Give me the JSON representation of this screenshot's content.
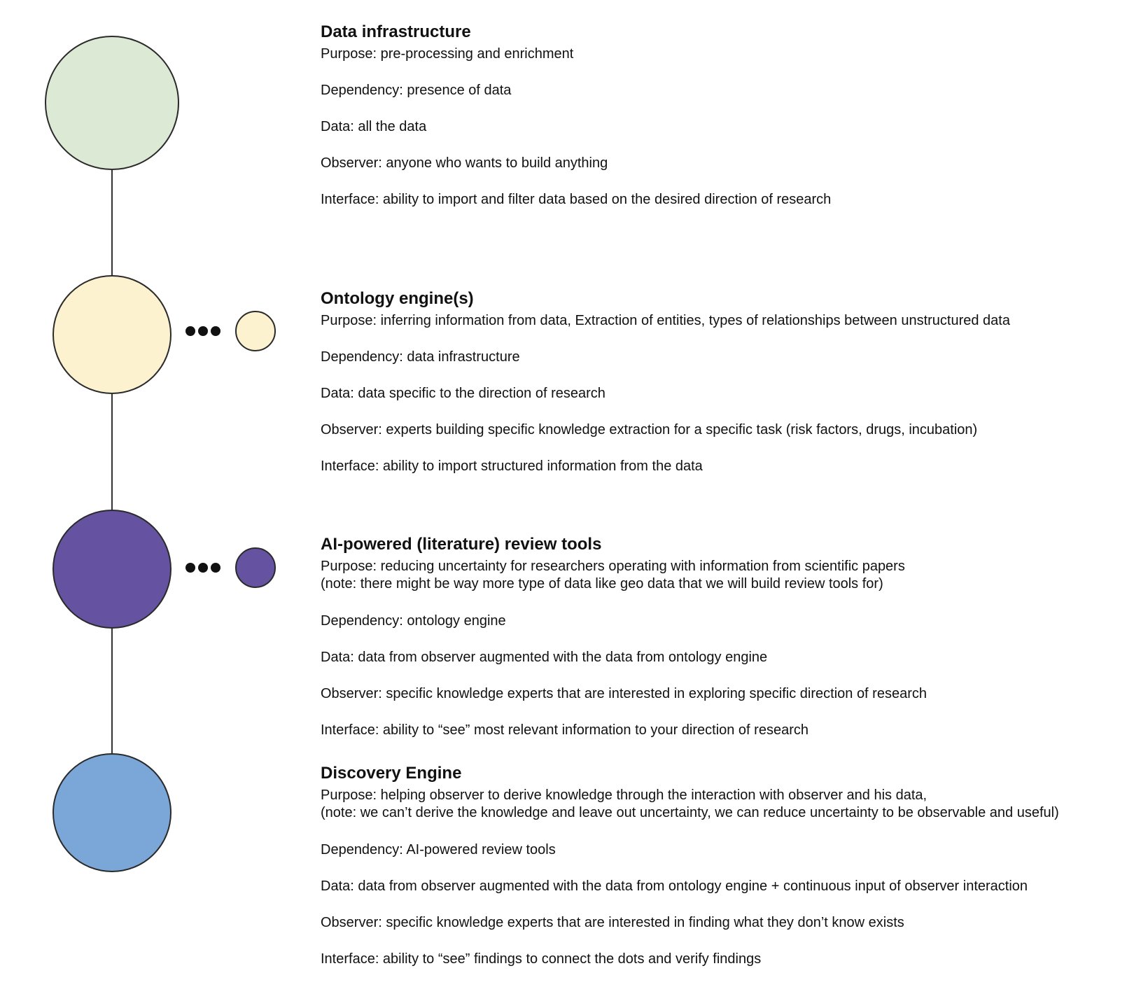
{
  "colors": {
    "outline": "#2a2a2a",
    "connector": "#333333",
    "dots": "#111111"
  },
  "stages": [
    {
      "title": "Data infrastructure",
      "color": "#dce9d5",
      "has_satellite": false,
      "purpose": "Purpose: pre-processing and enrichment",
      "dependency": "Dependency: presence of data",
      "data": "Data: all the data",
      "observer": "Observer: anyone who wants to build anything",
      "interface": "Interface: ability to import and filter data based on the desired direction of research"
    },
    {
      "title": "Ontology engine(s)",
      "color": "#fdf2d0",
      "has_satellite": true,
      "satellite_icon": "ellipsis-icon",
      "purpose": "Purpose: inferring information from data, Extraction of entities, types of relationships between unstructured data",
      "dependency": "Dependency: data infrastructure",
      "data": "Data: data specific to the direction of research",
      "observer": "Observer: experts building specific knowledge extraction for a specific task (risk factors, drugs, incubation)",
      "interface": "Interface: ability to import structured information from the data"
    },
    {
      "title": "AI-powered (literature) review tools",
      "color": "#6552a0",
      "has_satellite": true,
      "satellite_icon": "ellipsis-icon",
      "purpose": "Purpose: reducing uncertainty for researchers operating with information from scientific papers",
      "purpose_note": "(note: there might be way more type of data like geo data that we will build review tools for)",
      "dependency": "Dependency: ontology engine",
      "data": "Data: data from observer augmented with the data from ontology engine",
      "observer": "Observer: specific knowledge experts that are interested in exploring specific direction of research",
      "interface": "Interface: ability to “see” most relevant information to your direction of research"
    },
    {
      "title": "Discovery Engine",
      "color": "#7ba7d8",
      "has_satellite": false,
      "purpose": "Purpose: helping observer to derive knowledge through the interaction with observer and his data,",
      "purpose_note": "(note: we can’t derive the knowledge and leave out uncertainty, we can reduce uncertainty to be observable and useful)",
      "dependency": "Dependency: AI-powered review tools",
      "data": "Data: data from observer augmented with the data from ontology engine + continuous input of observer interaction",
      "observer": "Observer: specific knowledge experts that are interested in finding what they don’t know exists",
      "interface": "Interface: ability to “see” findings  to connect the dots and verify findings"
    }
  ]
}
